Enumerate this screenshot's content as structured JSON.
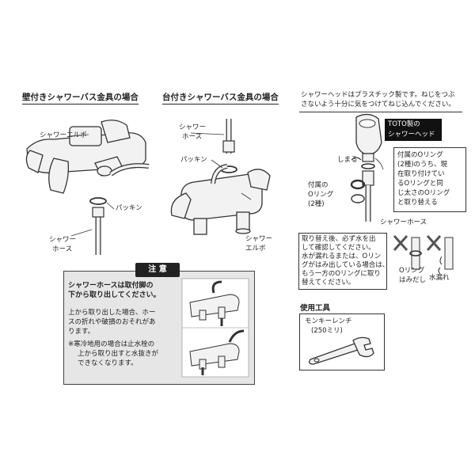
{
  "wall": {
    "header": "壁付きシャワーバス金具の場合",
    "shower_elbow": "シャワーエルボ",
    "packing": "パッキン",
    "hose_l1": "シャワー",
    "hose_l2": "ホース"
  },
  "deck": {
    "header": "台付きシャワーバス金具の場合",
    "hose_l1": "シャワー",
    "hose_l2": "ホース",
    "packing": "パッキン",
    "elbow_l1": "シャワー",
    "elbow_l2": "エルボ"
  },
  "head_note": {
    "l1": "シャワーヘッドはプラスチック製です。ねじをつぶ",
    "l2": "さないよう十分に気をつけてねじ込んでください。",
    "toto_l1": "TOTO製の",
    "toto_l2": "シャワーヘッド",
    "shimaru": "しまる",
    "ring_l1": "付属の",
    "ring_l2": "Oリング",
    "ring_l3": "(2種)",
    "replace_l1": "付属のOリング",
    "replace_l2": "(2種)のうち、現",
    "replace_l3": "在取り付けてい",
    "replace_l4": "るOリングと同",
    "replace_l5": "じ太さのOリング",
    "replace_l6": "と取り替える",
    "hose": "シャワーホース"
  },
  "check": {
    "l1": "取り替え後、必ず水を出",
    "l2": "して確認してください。",
    "l3": "水が漏れるまたは、Oリン",
    "l4": "グがはみ出している場合は、",
    "l5": "もう一方のOリングに取り",
    "l6": "替えてください。",
    "oring_l1": "Oリング",
    "oring_l2": "はみだし",
    "leak": "水漏れ"
  },
  "caution": {
    "title": "注 意",
    "bold_l1": "シャワーホースは取付脚の",
    "bold_l2": "下から取り出してください。",
    "p1_l1": "上から取り出した場合、ホー",
    "p1_l2": "スの折れや破損のおそれがあ",
    "p1_l3": "ります。",
    "p2_l1": "※寒冷地用の場合は止水栓の",
    "p2_l2": "上から取り出すと水抜きが",
    "p2_l3": "できなくなります。"
  },
  "tools": {
    "title": "使用工具",
    "wrench_l1": "モンキーレンチ",
    "wrench_l2": "(250ミリ)"
  }
}
